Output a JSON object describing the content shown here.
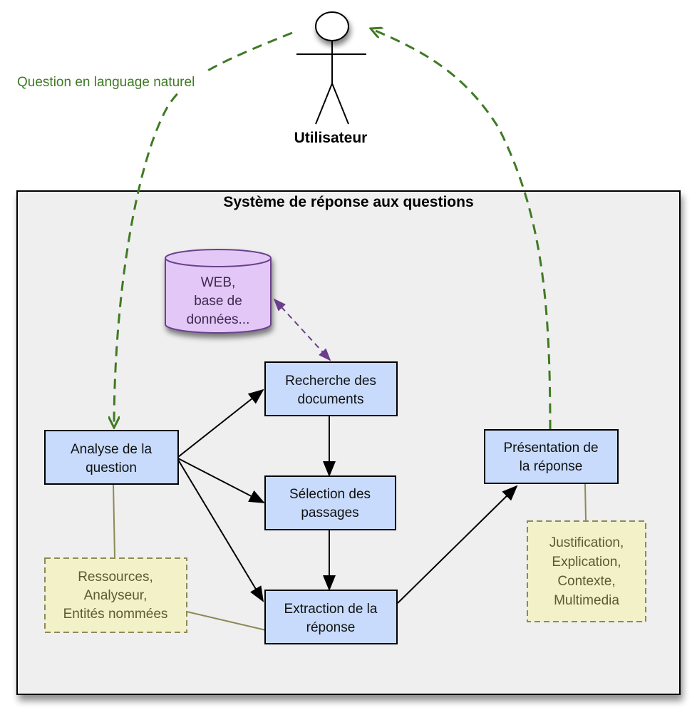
{
  "diagram": {
    "actor": {
      "label": "Utilisateur",
      "icon": "stick-figure-actor"
    },
    "input_flow": {
      "label": "Question en language naturel",
      "color": "#3f7a24"
    },
    "system": {
      "title": "Système de réponse aux questions",
      "background": "#efefef"
    },
    "database": {
      "lines": [
        "WEB,",
        "base de",
        "données..."
      ],
      "fill": "#e3c8f7",
      "stroke": "#6b3f8c"
    },
    "processes": {
      "analyse": {
        "lines": [
          "Analyse de la",
          "question"
        ]
      },
      "recherche": {
        "lines": [
          "Recherche des",
          "documents"
        ]
      },
      "selection": {
        "lines": [
          "Sélection des",
          "passages"
        ]
      },
      "extraction": {
        "lines": [
          "Extraction de la",
          "réponse"
        ]
      },
      "presentation": {
        "lines": [
          "Présentation de",
          "la réponse"
        ]
      }
    },
    "notes": {
      "resources": {
        "lines": [
          "Ressources,",
          "Analyseur,",
          "Entités nommées"
        ]
      },
      "output": {
        "lines": [
          "Justification,",
          "Explication,",
          "Contexte,",
          "Multimedia"
        ]
      }
    },
    "colors": {
      "process_fill": "#c8dbfc",
      "note_fill": "#f3f1c8",
      "note_stroke": "#8c8a56",
      "flow_green": "#3f7a24",
      "db_link": "#6b3f8c"
    }
  }
}
